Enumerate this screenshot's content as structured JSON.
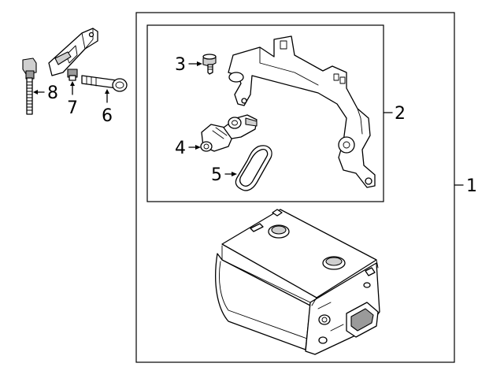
{
  "callouts": {
    "c1": "1",
    "c2": "2",
    "c3": "3",
    "c4": "4",
    "c5": "5",
    "c6": "6",
    "c7": "7",
    "c8": "8"
  },
  "colors": {
    "line": "#000000",
    "background": "#ffffff",
    "fill_light": "#cfcfcf",
    "fill_dark": "#555555"
  }
}
